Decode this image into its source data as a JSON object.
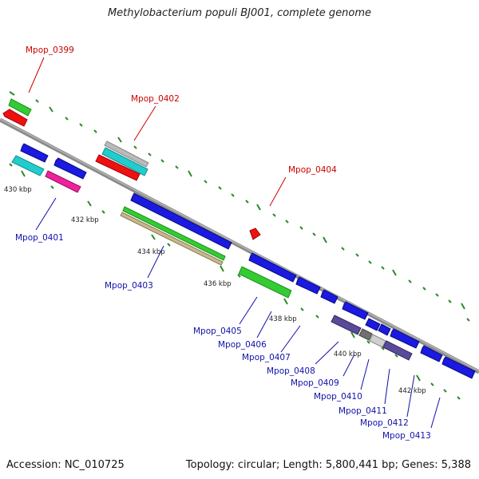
{
  "title": "Methylobacterium populi BJ001, complete genome",
  "footer": {
    "accession": "Accession: NC_010725",
    "topology": "Topology: circular; Length: 5,800,441 bp; Genes: 5,388"
  },
  "ticks": [
    "430 kbp",
    "432 kbp",
    "434 kbp",
    "436 kbp",
    "438 kbp",
    "440 kbp",
    "442 kbp"
  ],
  "genes_above": [
    "Mpop_0399",
    "Mpop_0402",
    "Mpop_0404"
  ],
  "genes_below": [
    "Mpop_0401",
    "Mpop_0403",
    "Mpop_0405",
    "Mpop_0406",
    "Mpop_0407",
    "Mpop_0408",
    "Mpop_0409",
    "Mpop_0410",
    "Mpop_0411",
    "Mpop_0412",
    "Mpop_0413"
  ],
  "colors": {
    "label_above": "#cc0000",
    "label_below": "#1010aa",
    "backbone": "#8a8a8a",
    "tick_marks": "#2a8a2a",
    "feature_blue": "#1a1ae0",
    "feature_green": "#33cc33",
    "feature_red": "#ee1111",
    "feature_cyan": "#22cccc",
    "feature_pink": "#ee2299",
    "feature_grey": "#bbbbbb",
    "feature_tan": "#c8b890",
    "feature_slate": "#5a4a9a"
  }
}
